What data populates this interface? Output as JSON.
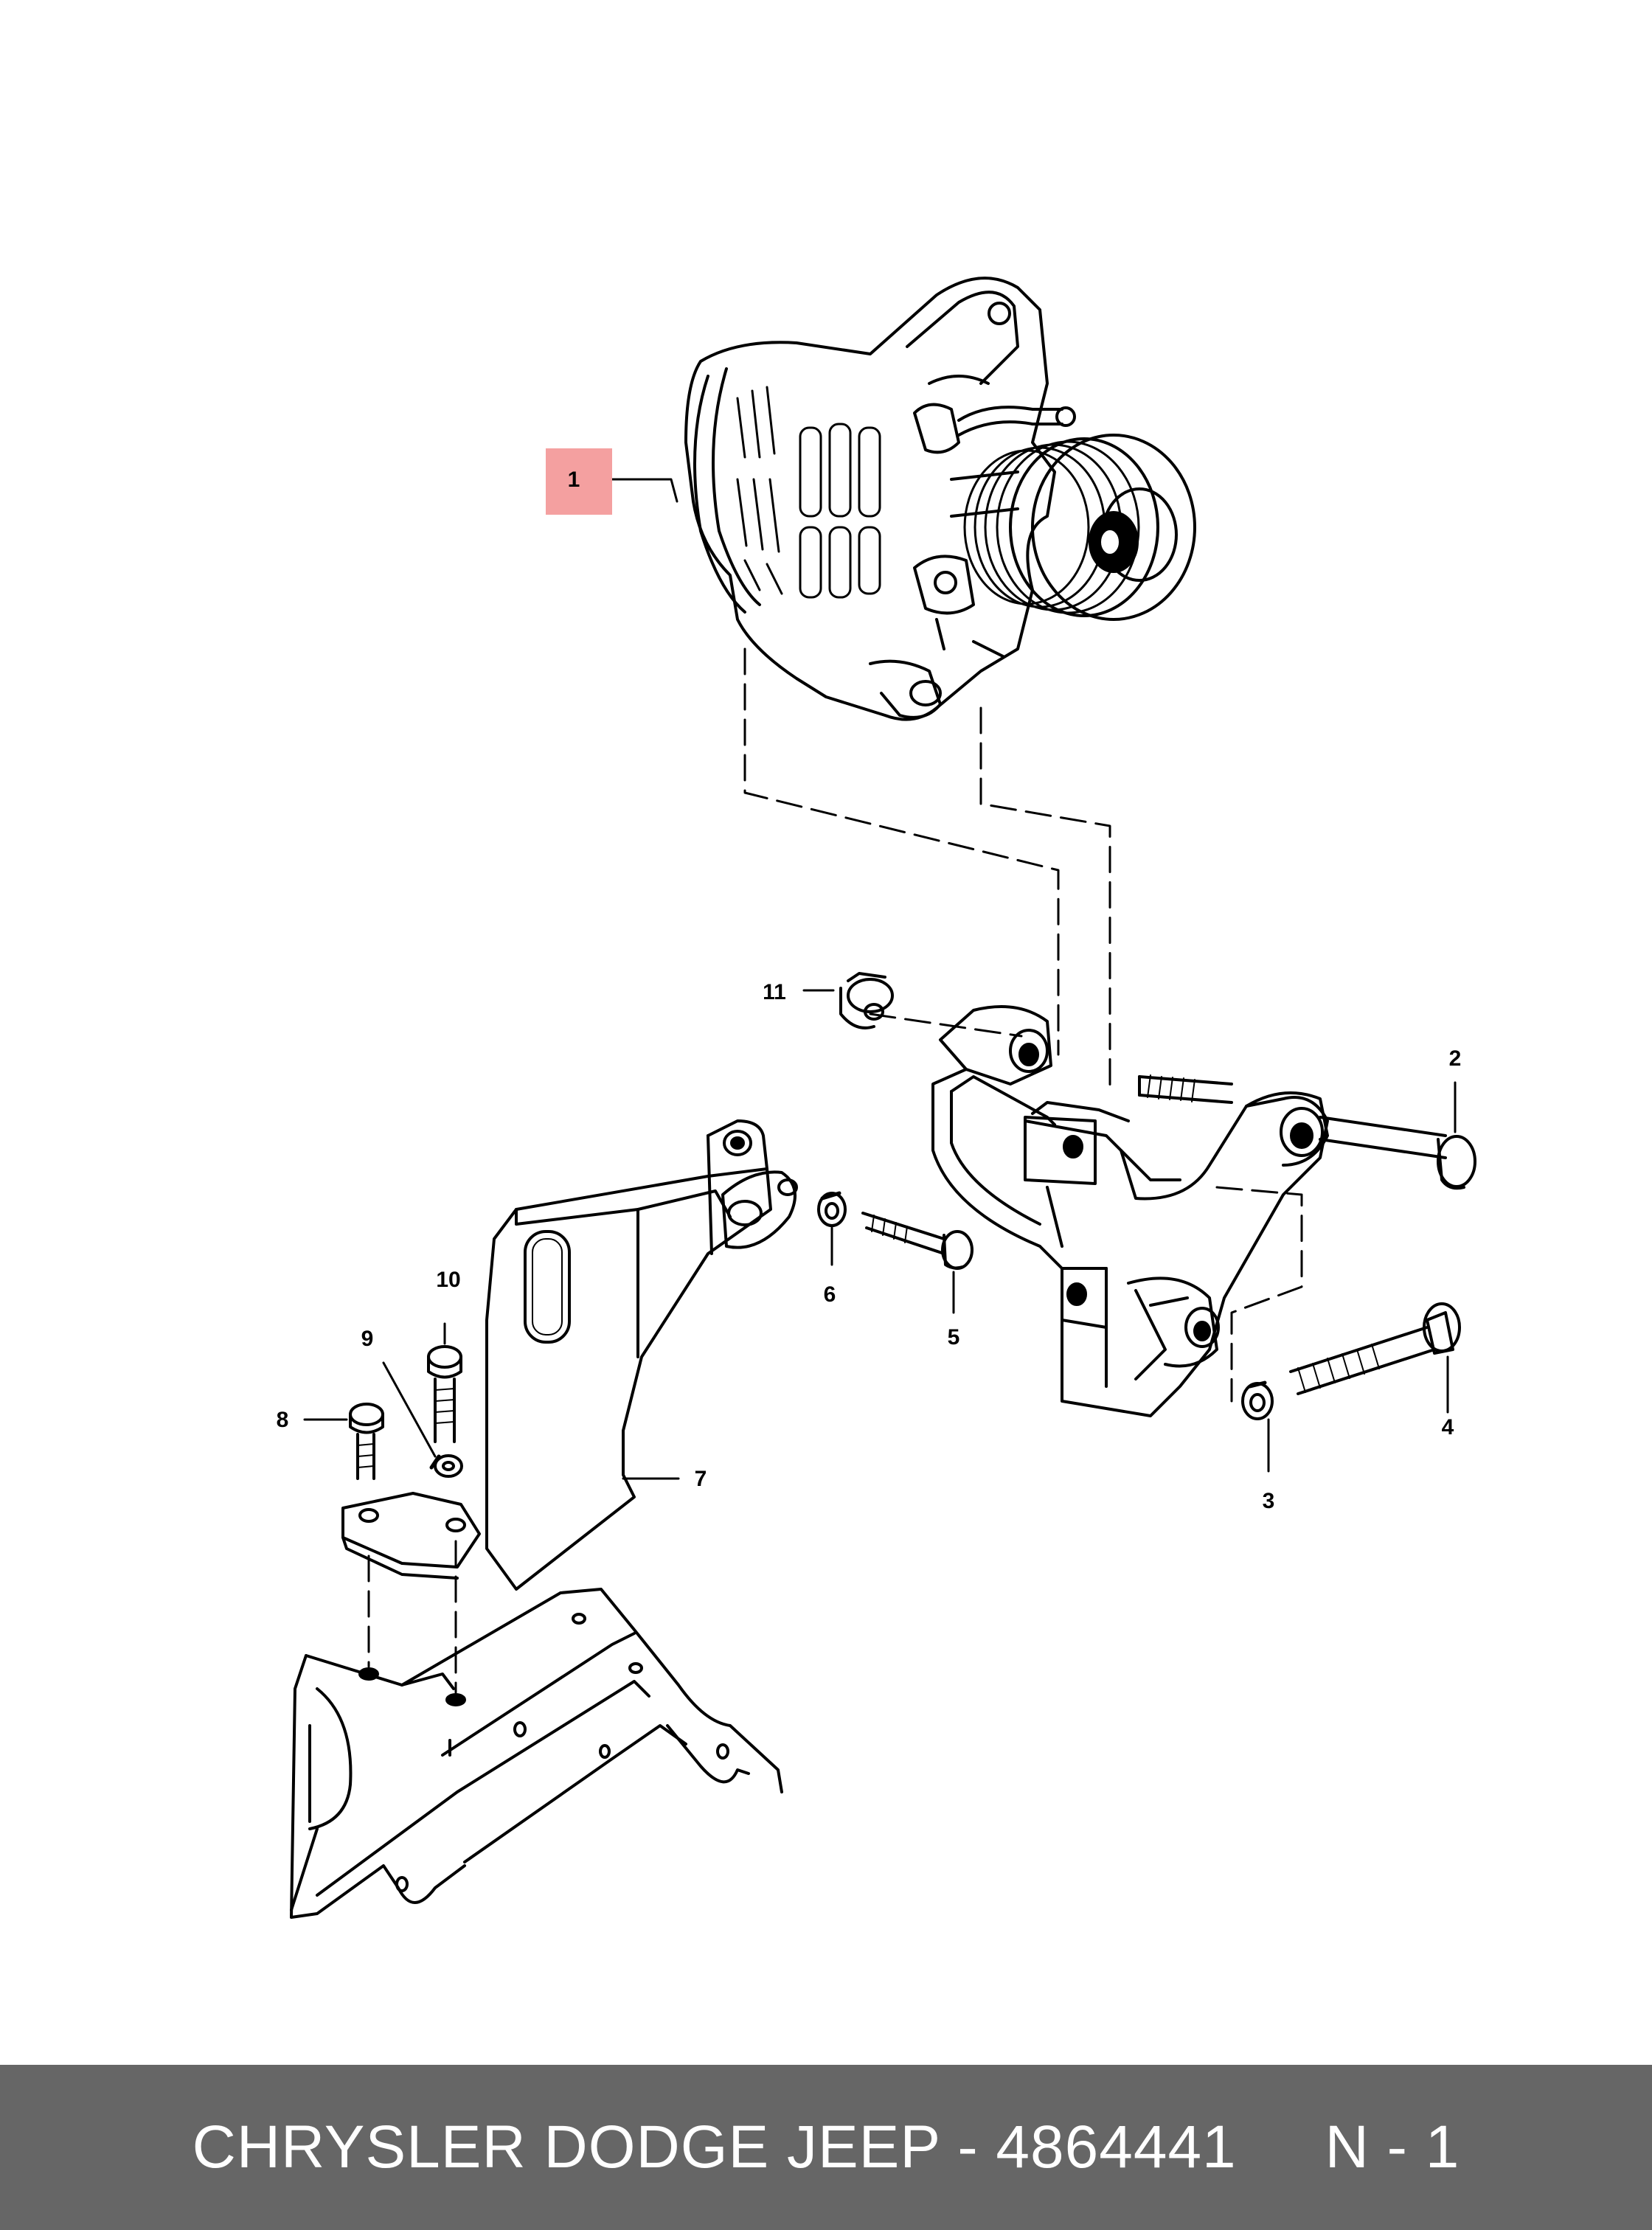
{
  "callouts": [
    {
      "id": "c1",
      "label": "1",
      "highlighted": true
    },
    {
      "id": "c2",
      "label": "2"
    },
    {
      "id": "c3",
      "label": "3"
    },
    {
      "id": "c4",
      "label": "4"
    },
    {
      "id": "c5",
      "label": "5"
    },
    {
      "id": "c6",
      "label": "6"
    },
    {
      "id": "c7",
      "label": "7"
    },
    {
      "id": "c8",
      "label": "8"
    },
    {
      "id": "c9",
      "label": "9"
    },
    {
      "id": "c10",
      "label": "10"
    },
    {
      "id": "c11",
      "label": "11"
    }
  ],
  "highlight_color": "#f4a0a0",
  "footer": {
    "part_info": "CHRYSLER DODGE JEEP - 4864441",
    "position": "N - 1"
  },
  "footer_color": "#666666"
}
